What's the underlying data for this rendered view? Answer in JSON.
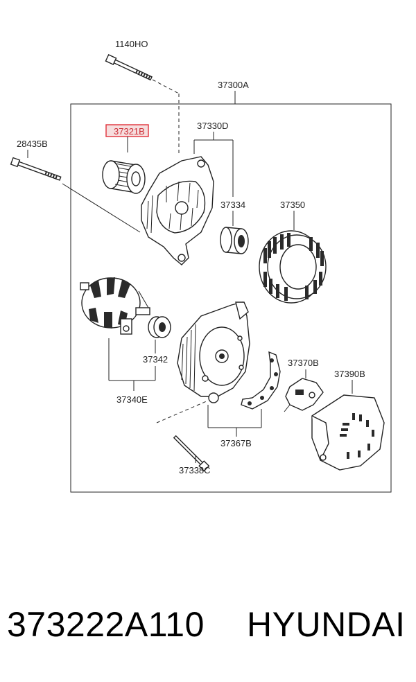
{
  "diagram": {
    "labels": {
      "bolt_top": "1140HO",
      "assembly": "37300A",
      "pulley": "37321B",
      "front_bracket": "37330D",
      "bolt_left": "28435B",
      "front_bearing": "37334",
      "stator": "37350",
      "rear_bearing": "37342",
      "rotor": "37340E",
      "regulator": "37370B",
      "rear_cover": "37390B",
      "rectifier": "37367B",
      "through_bolt": "37338C"
    },
    "highlight_color": "#e0303a"
  },
  "footer": {
    "part_number": "373222A110",
    "brand": "HYUNDAI"
  }
}
